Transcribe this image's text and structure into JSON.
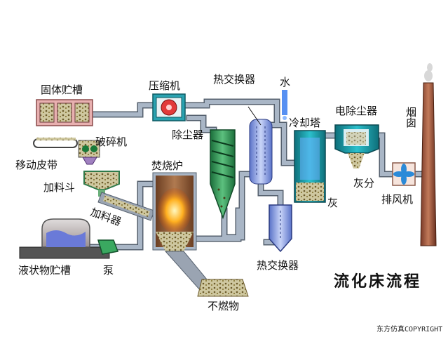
{
  "title": "流化床流程",
  "copyright": "东方仿真COPYRIGHT",
  "labels": {
    "solid_tank": "固体贮槽",
    "compressor": "压缩机",
    "heat_exchanger_top": "热交换器",
    "water": "水",
    "cooling_tower": "冷却塔",
    "electrostatic_precipitator": "电除尘器",
    "chimney": "烟囱",
    "crusher": "破碎机",
    "dust_collector": "除尘器",
    "moving_belt": "移动皮带",
    "incinerator": "焚烧炉",
    "feed_hopper": "加料斗",
    "feeder": "加料器",
    "ash_content": "灰分",
    "exhaust_fan": "排风机",
    "ash": "灰",
    "liquid_tank": "液状物贮槽",
    "pump": "泵",
    "heat_exchanger_bottom": "热交换器",
    "non_combustibles": "不燃物"
  },
  "colors": {
    "pipe": "#a9b6c6",
    "pipe_edge": "#55606e",
    "brick": "#e8b0b0",
    "furnace": "#8b5a3a",
    "fire": "#ffb020",
    "teal": "#169aa8",
    "green": "#2f9a56",
    "water": "#3a7cf0",
    "liquid": "#6a7ad8"
  }
}
